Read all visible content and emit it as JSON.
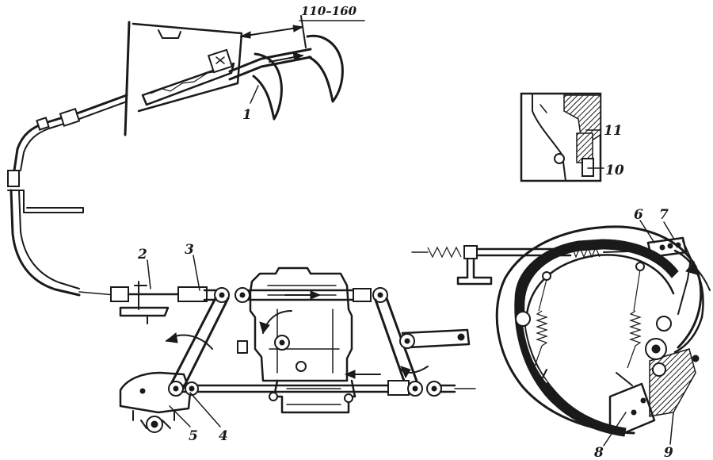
{
  "dimension": {
    "label": "110–160"
  },
  "callouts": [
    {
      "id": "1",
      "label": "1"
    },
    {
      "id": "2",
      "label": "2"
    },
    {
      "id": "3",
      "label": "3"
    },
    {
      "id": "4",
      "label": "4"
    },
    {
      "id": "5",
      "label": "5"
    },
    {
      "id": "6",
      "label": "6"
    },
    {
      "id": "7",
      "label": "7"
    },
    {
      "id": "8",
      "label": "8"
    },
    {
      "id": "9",
      "label": "9"
    },
    {
      "id": "10",
      "label": "10"
    },
    {
      "id": "11",
      "label": "11"
    }
  ]
}
